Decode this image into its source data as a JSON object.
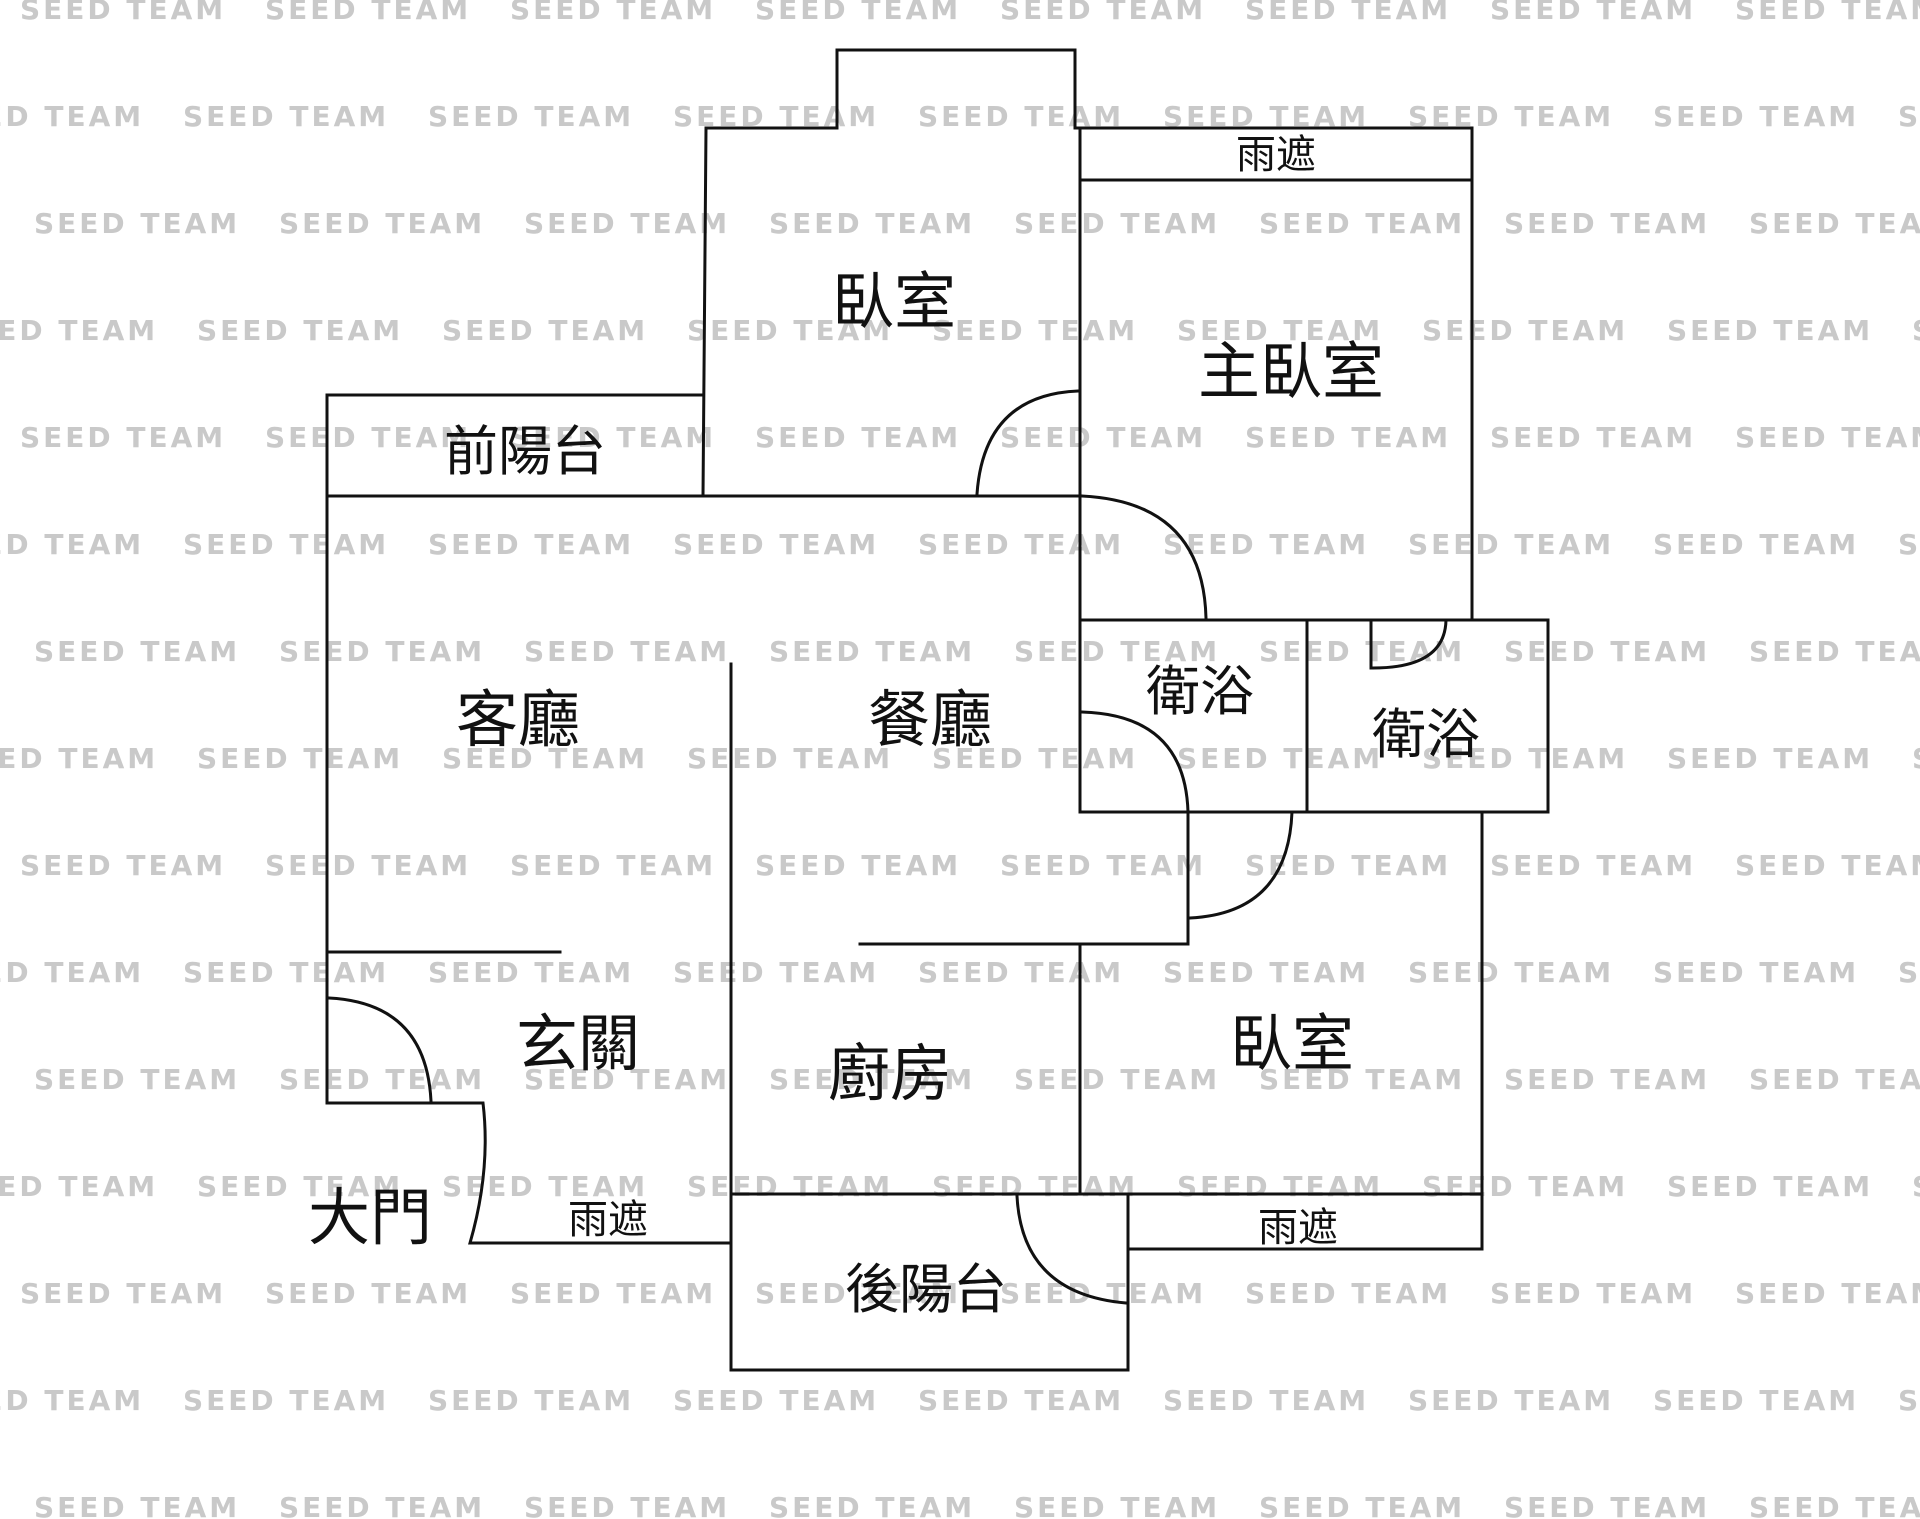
{
  "watermark": {
    "text": "SEED TEAM",
    "color": "#c9c9c9"
  },
  "rooms": {
    "bedroom_top": "臥室",
    "master_bedroom": "主臥室",
    "canopy_top": "雨遮",
    "front_balcony": "前陽台",
    "living_room": "客廳",
    "dining_room": "餐廳",
    "bathroom_1": "衛浴",
    "bathroom_2": "衛浴",
    "foyer": "玄關",
    "kitchen": "廚房",
    "bedroom_bottom": "臥室",
    "main_door": "大門",
    "canopy_left": "雨遮",
    "canopy_right": "雨遮",
    "rear_balcony": "後陽台"
  },
  "colors": {
    "wall": "#111111",
    "background": "#ffffff"
  }
}
